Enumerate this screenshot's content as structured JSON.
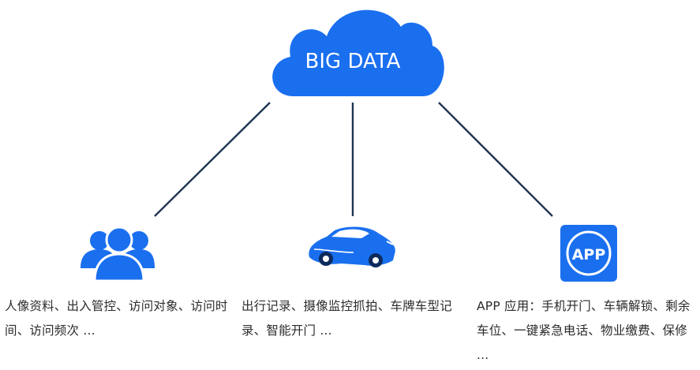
{
  "colors": {
    "primary": "#1a6fef",
    "line": "#1f3552",
    "text": "#2b2b2b",
    "white": "#ffffff"
  },
  "cloud": {
    "label": "BIG DATA",
    "icon": "cloud-icon"
  },
  "nodes": [
    {
      "icon": "users-icon",
      "text": "人像资料、出入管控、访问对象、访问时间、访问频次 ..."
    },
    {
      "icon": "car-icon",
      "text": "出行记录、摄像监控抓拍、车牌车型记录、智能开门 ..."
    },
    {
      "icon": "app-icon",
      "badge": "APP",
      "text": "APP 应用：手机开门、车辆解锁、剩余车位、一键紧急电话、物业缴费、保修 ..."
    }
  ]
}
